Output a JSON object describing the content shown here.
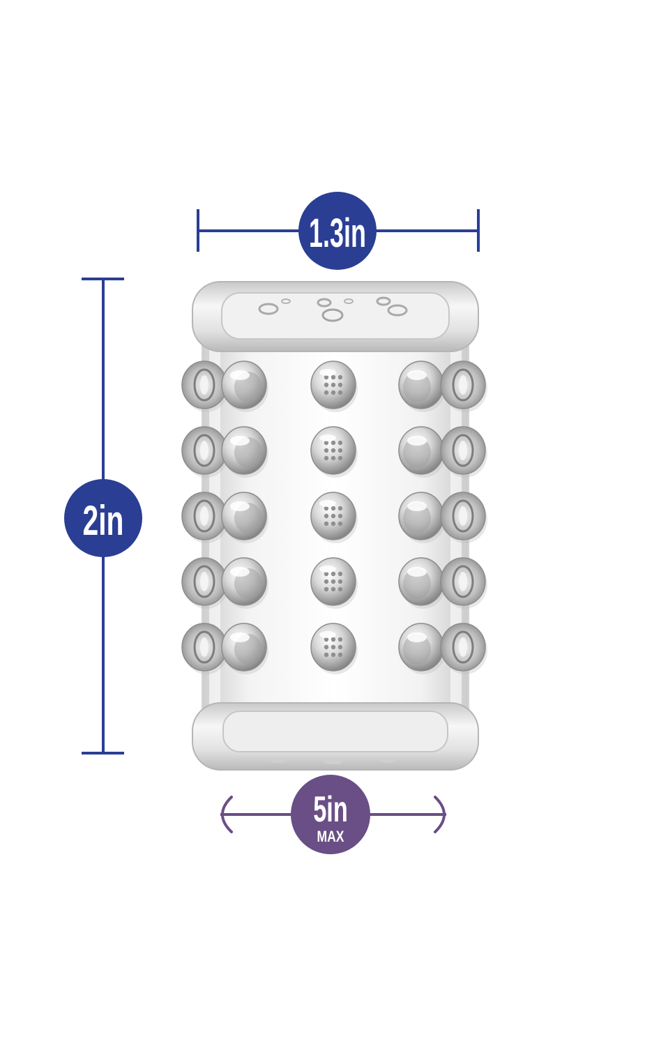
{
  "dimensions": {
    "width_label": "1.3in",
    "height_label": "2in",
    "stretch_label": "5in",
    "stretch_sub_label": "MAX"
  },
  "colors": {
    "primary_blue": "#2a3e93",
    "max_purple": "#6a4e86",
    "product_fill": "#e9e9e9",
    "product_shadow": "#a6a6a6"
  },
  "product": {
    "type": "clear-textured-sleeve",
    "nub_rows": 5,
    "nub_columns": 5
  }
}
